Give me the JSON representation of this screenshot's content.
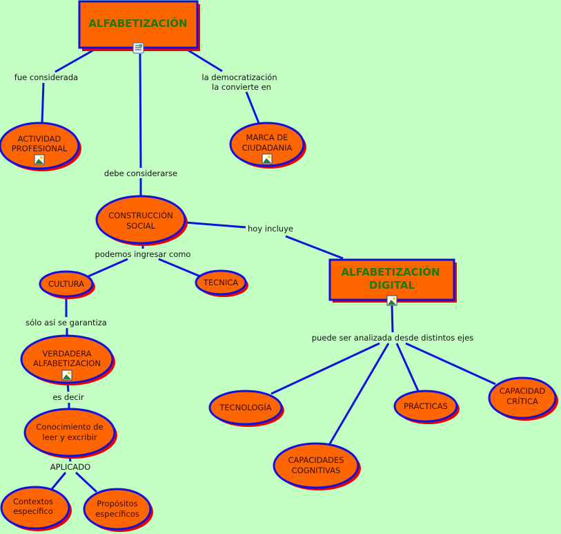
{
  "colors": {
    "background": "#c4ffc4",
    "node_fill": "#ff6600",
    "node_border": "#1010d8",
    "shadow": "#e80000",
    "link": "#0a14dc",
    "title_text": "#1a7a00"
  },
  "nodes": {
    "alfabetizacion": "ALFABETIZACIÓN",
    "actividad": [
      "ACTIVIDAD",
      "PROFESIONAL"
    ],
    "marca": [
      "MARCA DE",
      "CIUDADANIA"
    ],
    "construccion": [
      "CONSTRUCCIÓN",
      "SOCIAL"
    ],
    "cultura": "CULTURA",
    "tecnica": "TECNICA",
    "verdadera": [
      "VERDADERA",
      "ALFABETIZACION"
    ],
    "conocimiento": [
      "Conocimiento de",
      "leer y excribir"
    ],
    "contextos": [
      "Contextos",
      "específico"
    ],
    "propositos": [
      "Propósitos",
      "específicos"
    ],
    "digital": [
      "ALFABETIZACIÓN",
      "DIGITAL"
    ],
    "tecnologia": "TECNOLOGÍA",
    "cognitivas": [
      "CAPACIDADES",
      "COGNITIVAS"
    ],
    "practicas": "PRÁCTICAS",
    "critica": [
      "CAPACIDAD",
      "CRÍTICA"
    ]
  },
  "links": {
    "fue_considerada": "fue considerada",
    "democratizacion": [
      "la democratización",
      "la convierte en"
    ],
    "debe_considerarse": "debe considerarse",
    "hoy_incluye": "hoy incluye",
    "podemos": "podemos ingresar como",
    "solo_asi": "sólo así se garantiza",
    "es_decir": "es decir",
    "aplicado": "APLICADO",
    "puede_ser": "puede ser analizada desde distintos ejes"
  }
}
